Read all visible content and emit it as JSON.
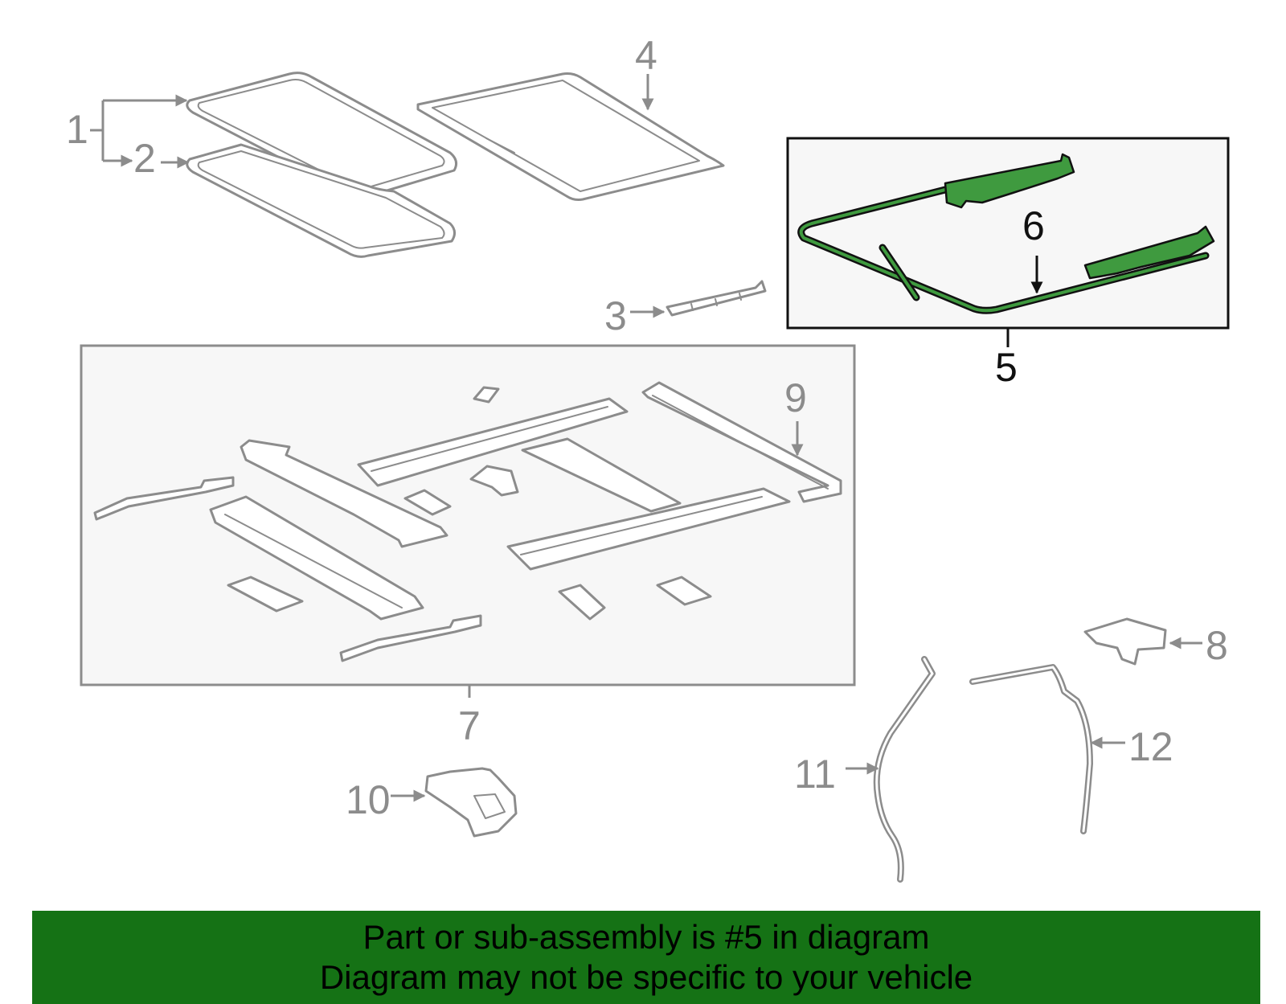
{
  "diagram": {
    "callouts": [
      {
        "id": "1",
        "label": "1"
      },
      {
        "id": "2",
        "label": "2"
      },
      {
        "id": "3",
        "label": "3"
      },
      {
        "id": "4",
        "label": "4"
      },
      {
        "id": "5",
        "label": "5"
      },
      {
        "id": "6",
        "label": "6"
      },
      {
        "id": "7",
        "label": "7"
      },
      {
        "id": "8",
        "label": "8"
      },
      {
        "id": "9",
        "label": "9"
      },
      {
        "id": "10",
        "label": "10"
      },
      {
        "id": "11",
        "label": "11"
      },
      {
        "id": "12",
        "label": "12"
      }
    ],
    "highlighted_part": "5",
    "colors": {
      "outline": "#8c8c8c",
      "highlight": "#3f9a3f",
      "box_fill": "#f7f7f7",
      "banner": "#157215"
    }
  },
  "footer": {
    "line1": "Part or sub-assembly is #5 in diagram",
    "line2": "Diagram may not be specific to your vehicle"
  }
}
